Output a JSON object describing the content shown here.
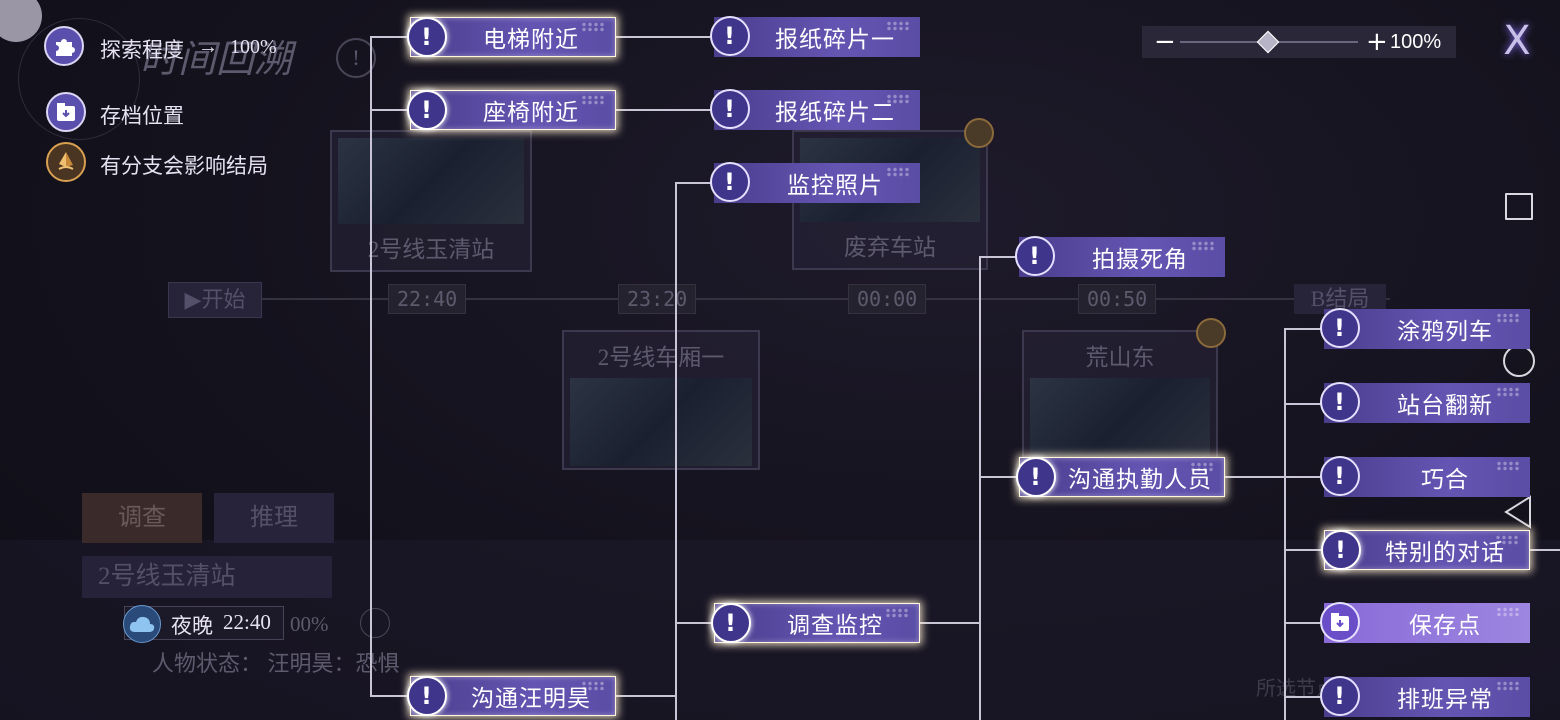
{
  "legend": {
    "exploration_label": "探索程度",
    "exploration_arrow": "→",
    "exploration_value": "100%",
    "save_label": "存档位置",
    "branch_label": "有分支会影响结局"
  },
  "zoom": {
    "minus": "−",
    "plus": "+",
    "value": "100%"
  },
  "close_glyph": "X",
  "background": {
    "title": "时间回溯",
    "start_label": "开始",
    "times": [
      "22:40",
      "23:20",
      "00:00",
      "00:50"
    ],
    "end_label": "B结局",
    "scenes": [
      "2号线玉清站",
      "废弃车站",
      "2号线车厢一",
      "荒山东"
    ],
    "tabs": [
      "调查",
      "推理"
    ],
    "location": "2号线玉清站",
    "time_of_day": "夜晚",
    "time": "22:40",
    "percent": "00%",
    "status": "人物状态： 汪明昊：恐惧",
    "footer": "所选节点"
  },
  "nodes": {
    "elevator": "电梯附近",
    "seat": "座椅附近",
    "talk_wang": "沟通汪明昊",
    "paper1": "报纸碎片一",
    "paper2": "报纸碎片二",
    "photo": "监控照片",
    "investigate_cam": "调查监控",
    "blind_spot": "拍摄死角",
    "talk_staff": "沟通执勤人员",
    "graffiti": "涂鸦列车",
    "renovation": "站台翻新",
    "coincidence": "巧合",
    "special_talk": "特别的对话",
    "save_point": "保存点",
    "schedule": "排班异常"
  },
  "node_icon_glyph": "!",
  "colors": {
    "node": "#5a4da5",
    "glow": "#fff6dc",
    "branch": "#d8a050"
  }
}
